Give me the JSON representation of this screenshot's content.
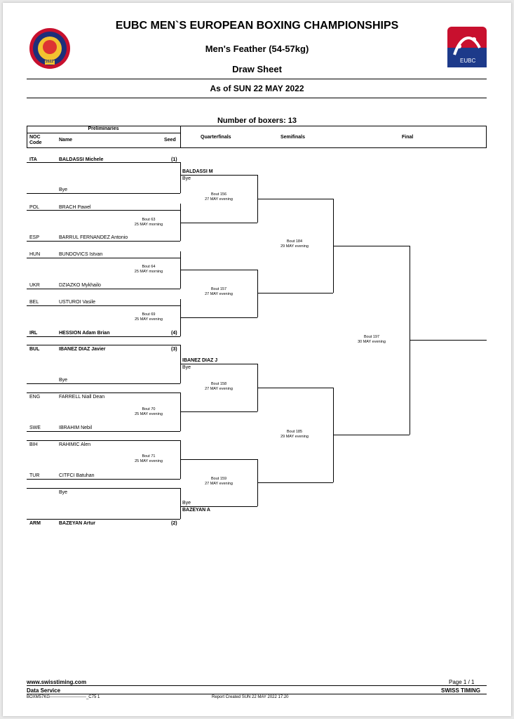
{
  "header": {
    "title": "EUBC MEN`S EUROPEAN BOXING CHAMPIONSHIPS",
    "weight_class": "Men's Feather (54-57kg)",
    "sheet": "Draw Sheet",
    "as_of": "As of SUN 22 MAY 2022",
    "logo_right_text": "EUBC",
    "logo_left_text": "2022",
    "number_of_boxers": "Number of boxers: 13"
  },
  "table_header": {
    "preliminaries": "Preliminaries",
    "noc_code": "NOC Code",
    "name": "Name",
    "seed": "Seed",
    "quarterfinals": "Quarterfinals",
    "semifinals": "Semifinals",
    "final": "Final"
  },
  "prelim": [
    {
      "noc": "ITA",
      "name": "BALDASSI Michele",
      "seed": "(1)"
    },
    {
      "noc": "",
      "name": "Bye",
      "seed": ""
    },
    {
      "noc": "POL",
      "name": "BRACH Pawel",
      "seed": ""
    },
    {
      "noc": "ESP",
      "name": "BARRUL FERNANDEZ Antonio",
      "seed": ""
    },
    {
      "noc": "HUN",
      "name": "BUNDOVICS Istvan",
      "seed": ""
    },
    {
      "noc": "UKR",
      "name": "DZIAZKO Mykhailo",
      "seed": ""
    },
    {
      "noc": "BEL",
      "name": "USTUROI Vasile",
      "seed": ""
    },
    {
      "noc": "IRL",
      "name": "HESSION Adam Brian",
      "seed": "(4)"
    },
    {
      "noc": "BUL",
      "name": "IBANEZ DIAZ Javier",
      "seed": "(3)"
    },
    {
      "noc": "",
      "name": "Bye",
      "seed": ""
    },
    {
      "noc": "ENG",
      "name": "FARRELL Niall Dean",
      "seed": ""
    },
    {
      "noc": "SWE",
      "name": "IBRAHIM Nebil",
      "seed": ""
    },
    {
      "noc": "BIH",
      "name": "RAHIMIC Alen",
      "seed": ""
    },
    {
      "noc": "TUR",
      "name": "CITFCI Batuhan",
      "seed": ""
    },
    {
      "noc": "",
      "name": "Bye",
      "seed": ""
    },
    {
      "noc": "ARM",
      "name": "BAZEYAN Artur",
      "seed": "(2)"
    }
  ],
  "prelim_bouts": [
    {
      "bout": "Bout 63",
      "date": "25 MAY morning"
    },
    {
      "bout": "Bout 64",
      "date": "25 MAY morning"
    },
    {
      "bout": "Bout 69",
      "date": "25 MAY evening"
    },
    {
      "bout": "Bout 70",
      "date": "25 MAY evening"
    },
    {
      "bout": "Bout 71",
      "date": "25 MAY evening"
    }
  ],
  "qf_entries": {
    "e1_winner": "BALDASSI M",
    "e1_bye": "Bye",
    "e5_winner": "IBANEZ DIAZ J",
    "e5_bye": "Bye",
    "e8_bye": "Bye",
    "e8_winner": "BAZEYAN A"
  },
  "qf_bouts": [
    {
      "bout": "Bout 156",
      "date": "27 MAY evening"
    },
    {
      "bout": "Bout 157",
      "date": "27 MAY evening"
    },
    {
      "bout": "Bout 158",
      "date": "27 MAY evening"
    },
    {
      "bout": "Bout 159",
      "date": "27 MAY evening"
    }
  ],
  "sf_bouts": [
    {
      "bout": "Bout 184",
      "date": "29 MAY evening"
    },
    {
      "bout": "Bout 185",
      "date": "29 MAY evening"
    }
  ],
  "final_bout": {
    "bout": "Bout 197",
    "date": "30 MAY evening"
  },
  "footer": {
    "website": "www.swisstiming.com",
    "service": "Data Service",
    "code": "BOXM57KG--------------------------_C75 1",
    "report": "Report Created  SUN 22 MAY 2022 17:20",
    "page": "Page 1 / 1",
    "timing": "SWISS TIMING"
  }
}
